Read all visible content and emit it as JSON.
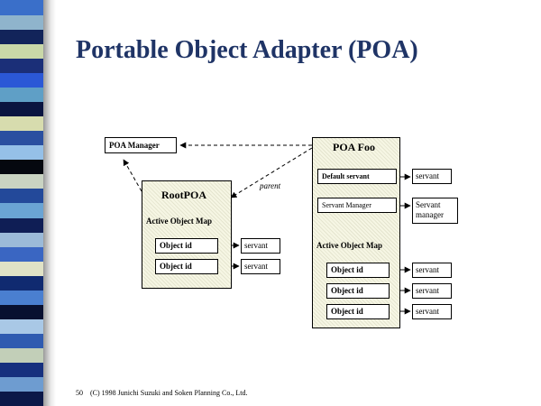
{
  "slide": {
    "title": "Portable Object Adapter (POA)",
    "footer_page": "50",
    "footer_text": "(C) 1998 Junichi Suzuki and Soken Planning Co., Ltd."
  },
  "diagram": {
    "poa_manager_label": "POA Manager",
    "parent_label": "parent",
    "root_poa": {
      "title": "RootPOA",
      "map_label": "Active Object Map",
      "entries": [
        {
          "object_id": "Object id",
          "servant": "servant"
        },
        {
          "object_id": "Object id",
          "servant": "servant"
        }
      ]
    },
    "poa_foo": {
      "title": "POA Foo",
      "default_servant_label": "Default servant",
      "default_servant_target": "servant",
      "servant_manager_label": "Servant Manager",
      "servant_manager_target": "Servant manager",
      "map_label": "Active Object Map",
      "entries": [
        {
          "object_id": "Object id",
          "servant": "servant"
        },
        {
          "object_id": "Object id",
          "servant": "servant"
        },
        {
          "object_id": "Object id",
          "servant": "servant"
        }
      ]
    }
  },
  "colors": {
    "title": "#1f3466",
    "panel_fill": "#f6f6e4",
    "stripe": [
      "#3a6fc9",
      "#8fb4cc",
      "#12245a",
      "#c9d8a8",
      "#1b2f78",
      "#2b58d6",
      "#5f9fc6",
      "#0a1440",
      "#d7dcae",
      "#2a4fa0",
      "#95c0e8",
      "#05080f",
      "#c9d3c2",
      "#23499a",
      "#6aa4d4",
      "#0f1e55",
      "#9bbad8",
      "#3a66c2",
      "#e0e2c6",
      "#102a70",
      "#4a7fd0",
      "#081030",
      "#a9c8e6",
      "#2f5bb0",
      "#c2cfb8",
      "#16307e",
      "#6e9cd0",
      "#0b1848"
    ]
  }
}
